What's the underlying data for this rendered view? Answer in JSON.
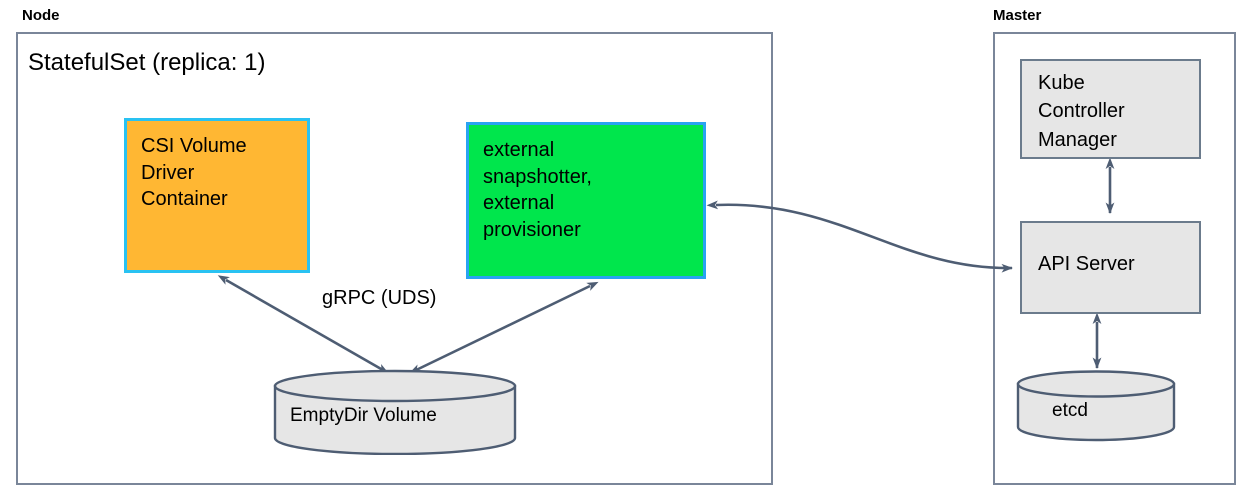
{
  "diagram": {
    "title_node_group": "Node",
    "title_master_group": "Master",
    "statefulset_title": "StatefulSet (replica: 1)",
    "grpc_label": "gRPC (UDS)",
    "boxes": {
      "csi_driver": "CSI Volume\nDriver\nContainer",
      "external_components": "external\nsnapshotter,\nexternal\nprovisioner",
      "kube_controller_manager": "Kube\nController\nManager",
      "api_server": "API Server"
    },
    "cylinders": {
      "emptydir": "EmptyDir Volume",
      "etcd": "etcd"
    },
    "colors": {
      "csi_fill": "#FFB733",
      "csi_border": "#29C2F2",
      "external_fill": "#00E64C",
      "external_border": "#29A3F2",
      "gray_fill": "#E6E6E6",
      "gray_border": "#6B7B8C",
      "group_border": "#7A8699",
      "edge": "#4E5D73",
      "background": "#FFFFFF"
    }
  }
}
